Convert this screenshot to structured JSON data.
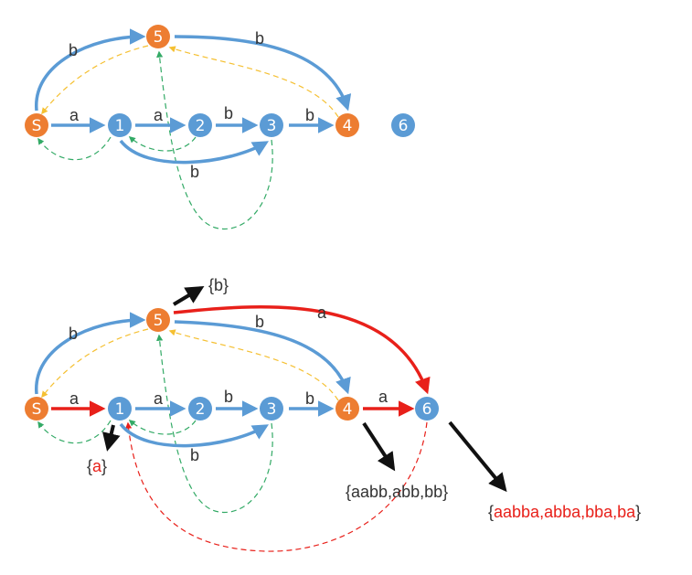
{
  "colors": {
    "blue": "#5B9BD5",
    "orange": "#ED7D31",
    "red": "#E8201A",
    "green": "#33AA66",
    "yellow": "#F5C032",
    "black": "#111111",
    "text": "#333333"
  },
  "top": {
    "nodes": {
      "s": "S",
      "n1": "1",
      "n2": "2",
      "n3": "3",
      "n4": "4",
      "n5": "5",
      "n6": "6"
    },
    "edges": {
      "s_1": "a",
      "1_2": "a",
      "2_3": "b",
      "3_4": "b",
      "s_5": "b",
      "5_4": "b",
      "1_3": "b"
    }
  },
  "bottom": {
    "nodes": {
      "s": "S",
      "n1": "1",
      "n2": "2",
      "n3": "3",
      "n4": "4",
      "n5": "5",
      "n6": "6"
    },
    "edges": {
      "s_1": "a",
      "1_2": "a",
      "2_3": "b",
      "3_4": "b",
      "4_6": "a",
      "s_5": "b",
      "5_4": "b",
      "5_6": "a",
      "1_3": "b"
    },
    "sets": {
      "b5": {
        "open": "{",
        "body": "b",
        "close": "}"
      },
      "a1": {
        "open": "{",
        "body": "a",
        "close": "}"
      },
      "s4": {
        "open": "{",
        "body": "aabb,abb,bb",
        "close": "}"
      },
      "s6": {
        "open": "{",
        "body": "aabba,abba,bba,ba",
        "close": "}"
      }
    }
  }
}
